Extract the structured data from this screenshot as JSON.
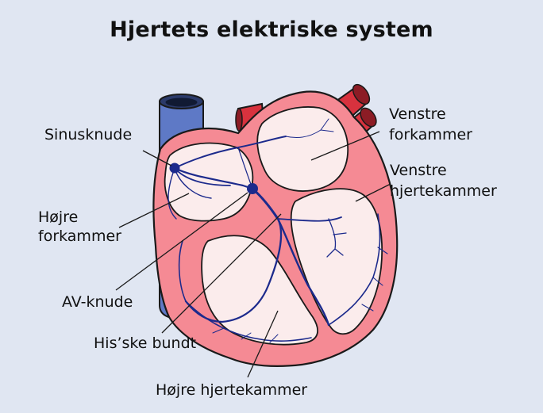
{
  "title": "Hjertets elektriske system",
  "labels": {
    "sinusknude": "Sinusknude",
    "hojre_forkammer_1": "Højre",
    "hojre_forkammer_2": "forkammer",
    "av_knude": "AV-knude",
    "hiske_bundt": "His’ske bundt",
    "venstre_forkammer_1": "Venstre",
    "venstre_forkammer_2": "forkammer",
    "venstre_hjertekammer_1": "Venstre",
    "venstre_hjertekammer_2": "hjertekammer",
    "hojre_hjertekammer": "Højre hjertekammer"
  },
  "colors": {
    "background": "#e0e6f2",
    "heart_wall": "#f58a94",
    "heart_chamber": "#fbecec",
    "vessel_red": "#d8323e",
    "vena_cava": "#5e79c6",
    "conduction": "#1c2a8c"
  }
}
